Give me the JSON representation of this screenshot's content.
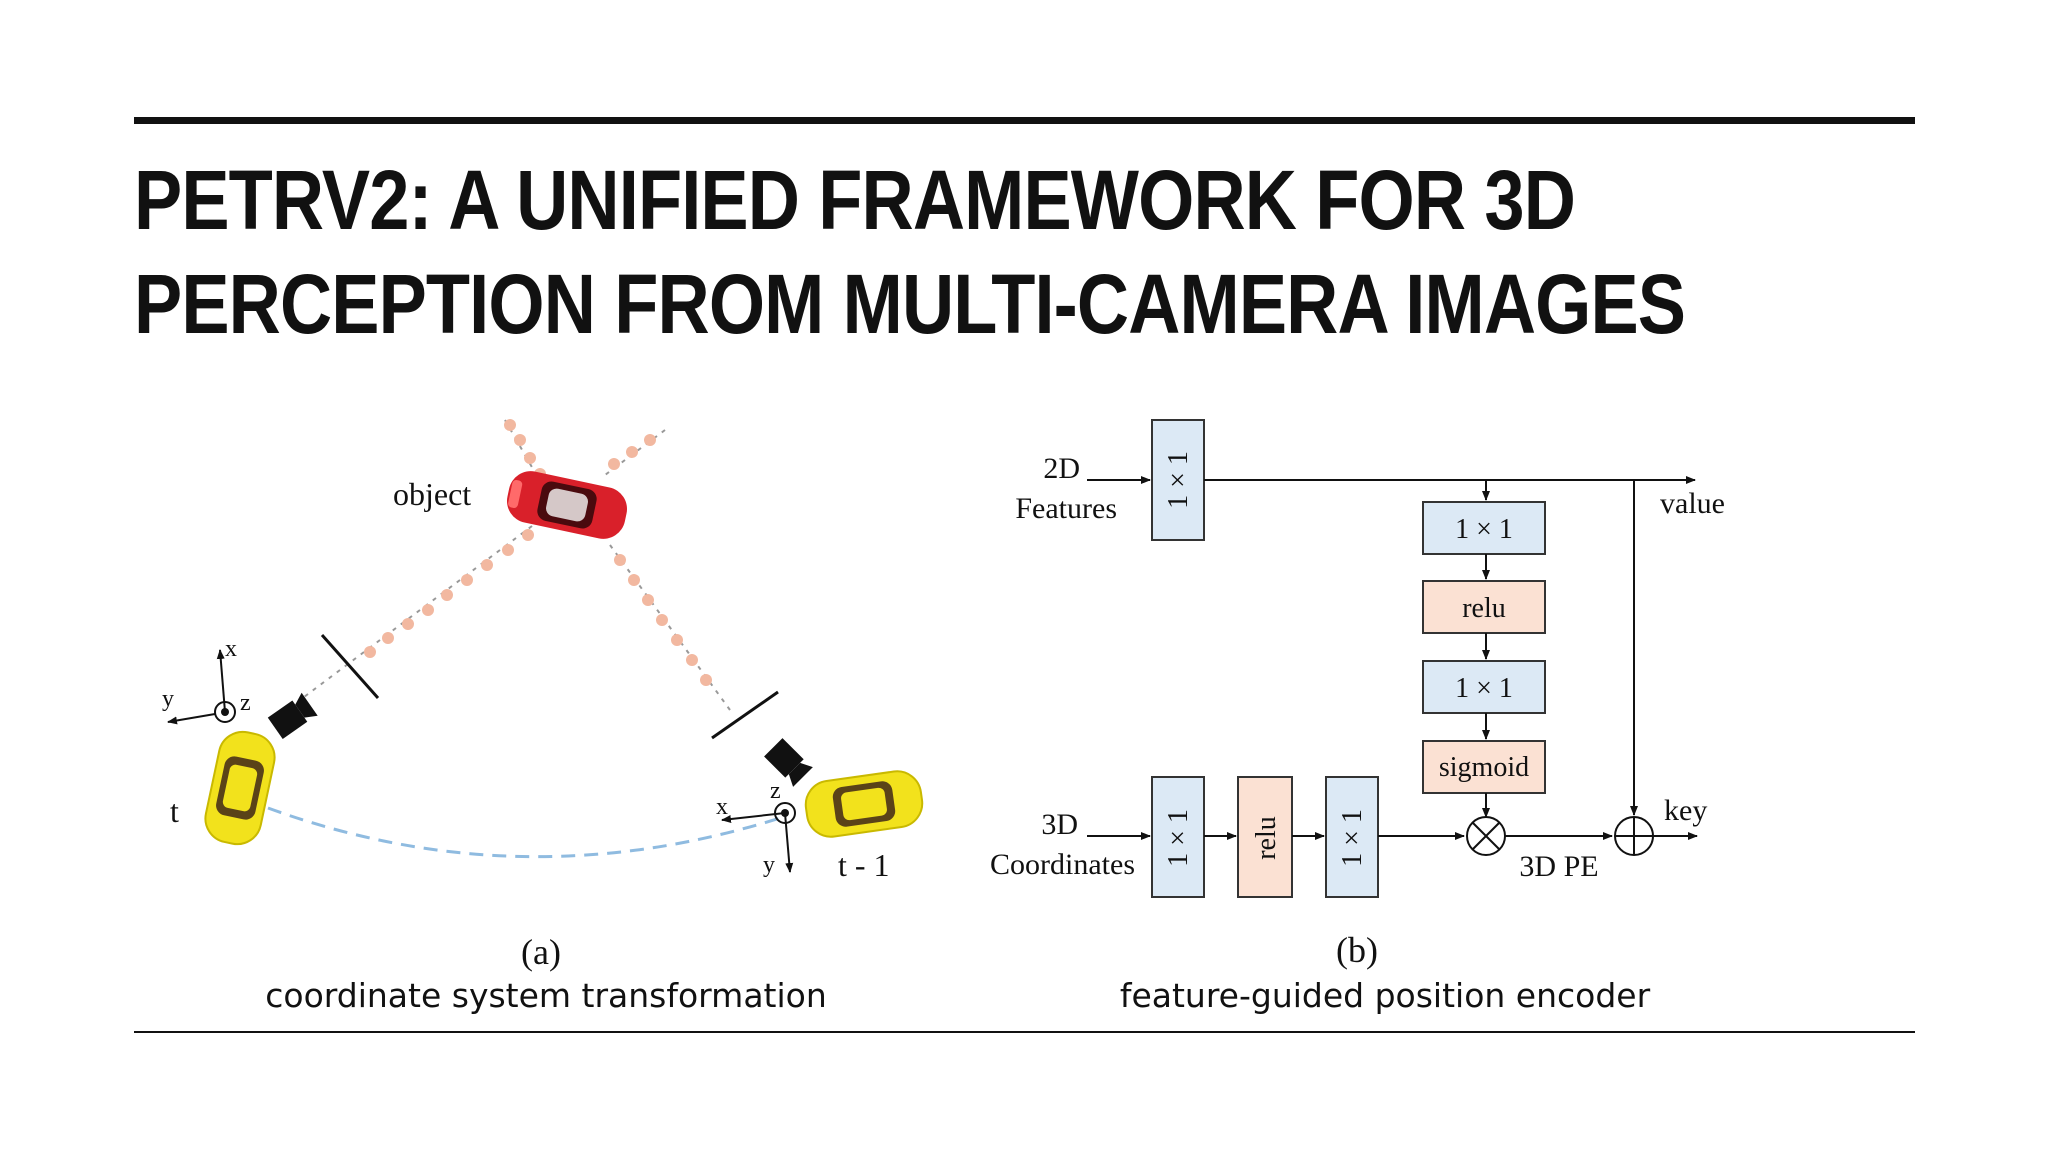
{
  "slide": {
    "title_line1": "PETRV2: A UNIFIED FRAMEWORK FOR 3D",
    "title_line2": "PERCEPTION FROM MULTI-CAMERA IMAGES"
  },
  "panel_a": {
    "object_label": "object",
    "axis_x": "x",
    "axis_y": "y",
    "axis_z": "z",
    "time_t": "t",
    "time_t_minus_1": "t - 1",
    "sublabel": "(a)",
    "caption": "coordinate system transformation",
    "colors": {
      "object_car": "#d9202a",
      "ego_car": "#f2e21c",
      "trajectory": "#8fbbe0",
      "ray_dots": "#f2b8a0"
    }
  },
  "panel_b": {
    "input_2d_line1": "2D",
    "input_2d_line2": "Features",
    "input_3d_line1": "3D",
    "input_3d_line2": "Coordinates",
    "conv_label": "1 × 1",
    "relu_label": "relu",
    "sigmoid_label": "sigmoid",
    "value_label": "value",
    "key_label": "key",
    "pe_label": "3D PE",
    "sublabel": "(b)",
    "caption": "feature-guided position encoder",
    "colors": {
      "conv_box": "#dce9f5",
      "act_box": "#fbe1d3"
    }
  }
}
